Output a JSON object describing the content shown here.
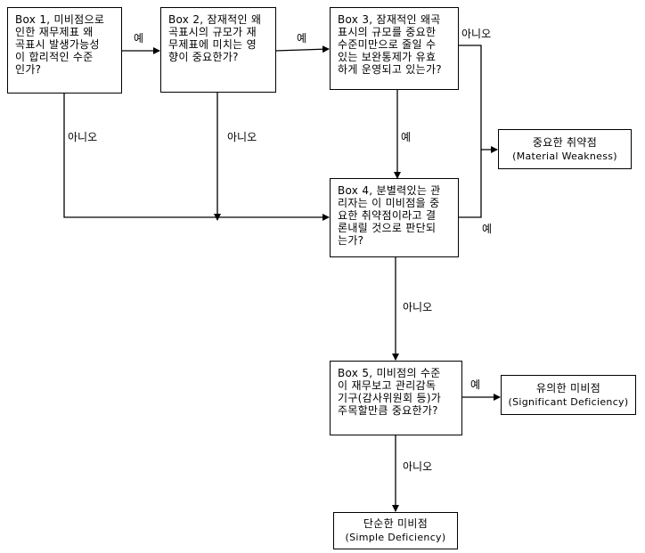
{
  "boxes": {
    "box1": "Box 1, 미비점으로\n인한  재무제표 왜\n곡표시 발생가능성\n이 합리적인 수준\n인가?",
    "box2": "Box 2, 잠재적인 왜\n곡표시의 규모가 재\n무제표에 미치는 영\n향이 중요한가?",
    "box3": "Box 3, 잠재적인 왜곡\n표시의 규모를 중요한\n수준미만으로 줄일 수\n있는 보완통제가 유효\n하게 운영되고 있는가?",
    "box4": "Box 4, 분별력있는 관\n리자는 이 미비점을 중\n요한 취약점이라고 결\n론내릴 것으로 판단되\n는가?",
    "box5": "Box 5, 미비점의 수준\n이 재무보고 관리감독\n기구(감사위원회 등)가\n주목할만큼 중요한가?"
  },
  "outcomes": {
    "material_weakness": {
      "ko": "중요한 취약점",
      "en": "(Material Weakness)"
    },
    "significant_deficiency": {
      "ko": "유의한 미비점",
      "en": "(Significant Deficiency)"
    },
    "simple_deficiency": {
      "ko": "단순한 미비점",
      "en": "(Simple Deficiency)"
    }
  },
  "edge_labels": {
    "yes": "예",
    "no": "아니오"
  },
  "colors": {
    "line": "#000000",
    "background": "#ffffff"
  }
}
